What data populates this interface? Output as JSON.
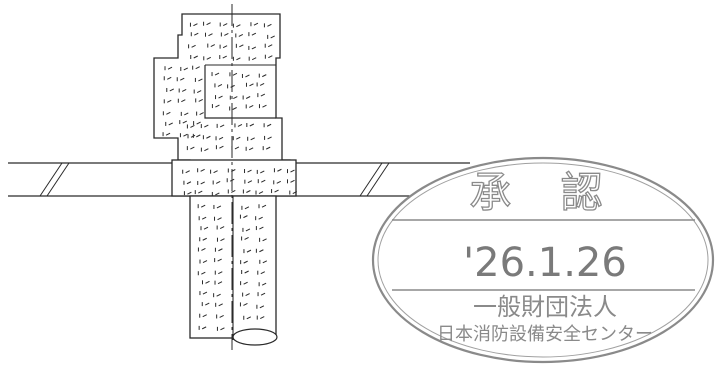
{
  "drawing": {
    "description_marks": "concrete-stipple",
    "line_color": "#2a2a2a",
    "stamp_color": "#8a8a8a"
  },
  "stamp": {
    "title": "承 認",
    "date": "'26.1.26",
    "org_line1": "一般財団法人",
    "org_line2": "日本消防設備安全センター"
  }
}
